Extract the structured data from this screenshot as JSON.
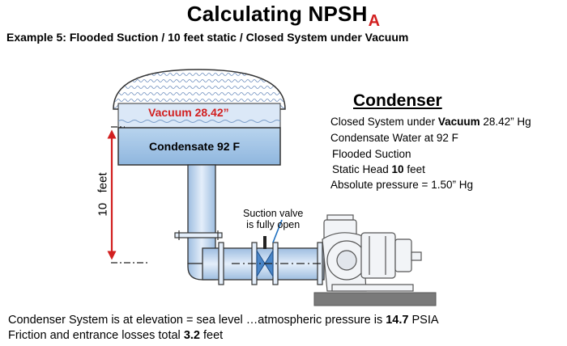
{
  "title": {
    "main": "Calculating NPSH",
    "subscript": "A"
  },
  "subtitle": "Example 5: Flooded  Suction / 10 feet static / Closed System under Vacuum",
  "tank": {
    "vacuum_label": "Vacuum 28.42”",
    "liquid_label": "Condensate 92 F"
  },
  "elevation": {
    "number": "10",
    "unit": "feet"
  },
  "valve_label": {
    "line1": "Suction valve",
    "line2": "is fully open"
  },
  "condenser": {
    "heading": "Condenser",
    "line1": {
      "pre": "Closed System under ",
      "bold": "Vacuum",
      "post": " 28.42” Hg"
    },
    "line2": "Condensate Water at 92 F",
    "line3": "Flooded Suction",
    "line4": {
      "pre": "Static Head ",
      "bold": "10",
      "post": " feet"
    },
    "line5": "Absolute pressure = 1.50” Hg"
  },
  "footer": {
    "line1": {
      "pre": "Condenser System is at elevation = sea level …atmospheric pressure is ",
      "bold": "14.7",
      "post": " PSIA"
    },
    "line2": {
      "pre": "Friction and entrance losses total ",
      "bold": "3.2",
      "post": "  feet"
    }
  },
  "colors": {
    "accent_red": "#d21f1f",
    "pipe_blue": "#c8dcf2",
    "liquid_blue": "#a9cbea",
    "base_gray": "#7a7a7a"
  }
}
